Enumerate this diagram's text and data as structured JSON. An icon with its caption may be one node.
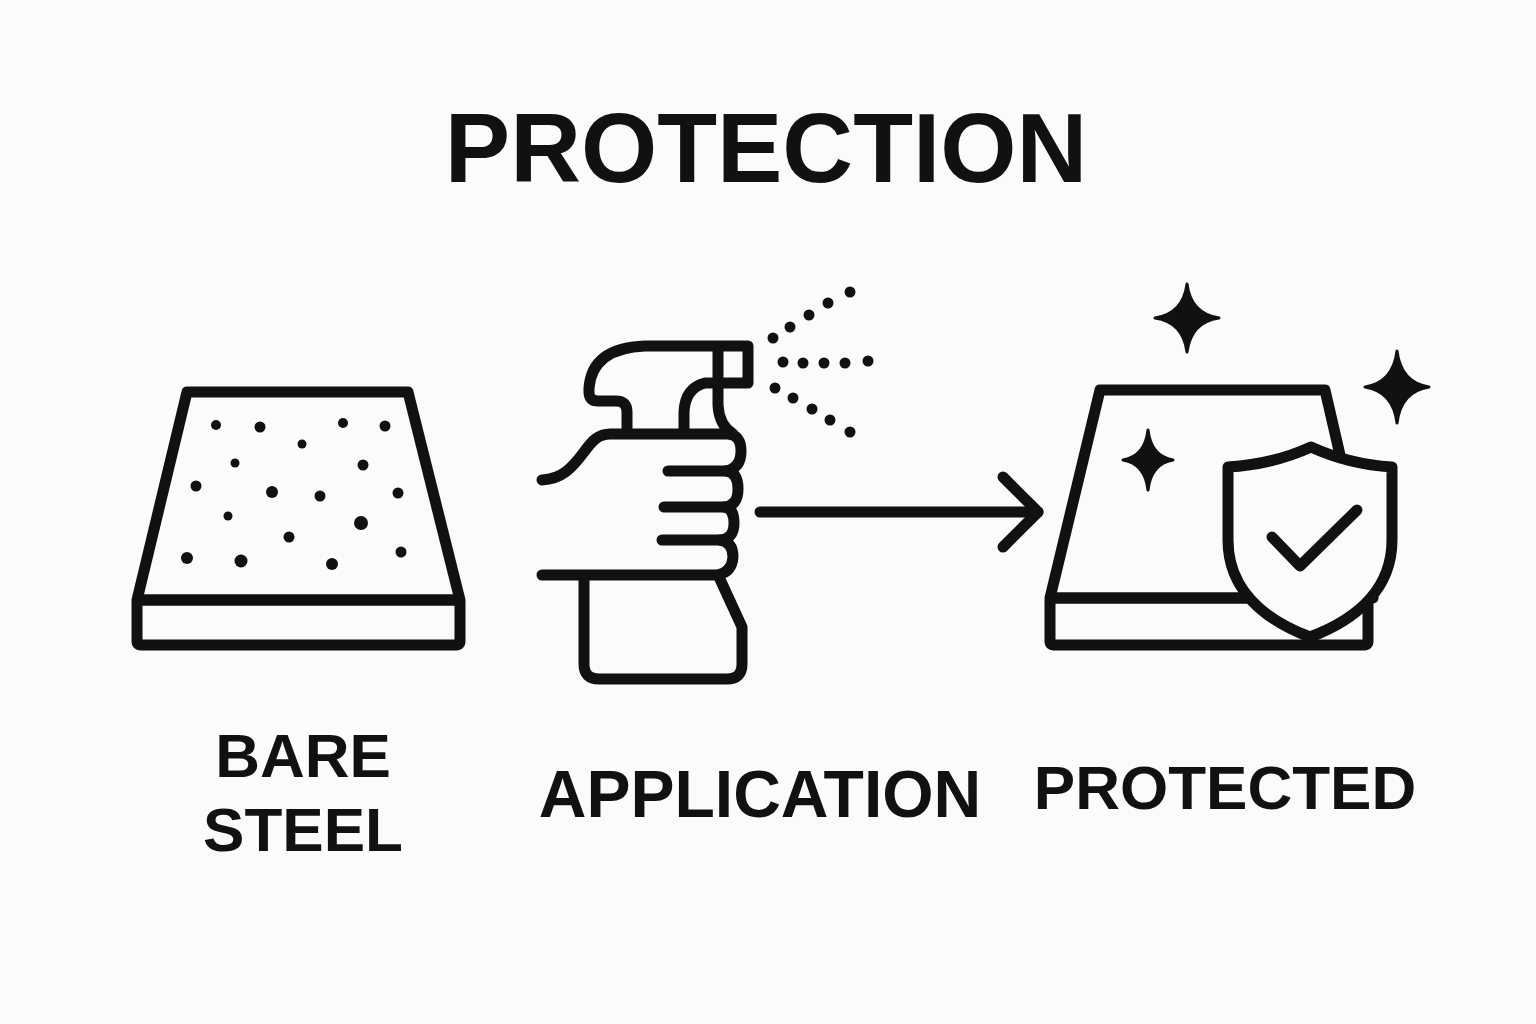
{
  "diagram": {
    "title": "PROTECTION",
    "nodes": [
      {
        "text": [],
        "shape": "picture",
        "beside": [
          "BARE STEEL"
        ]
      },
      {
        "text": [],
        "shape": "picture",
        "beside": [
          "APPLICATION"
        ]
      },
      {
        "text": [],
        "shape": "picture",
        "beside": [
          "PROTECTED"
        ]
      }
    ],
    "edges": [
      {
        "from": 1,
        "to": 2,
        "arrow": "to"
      }
    ]
  }
}
